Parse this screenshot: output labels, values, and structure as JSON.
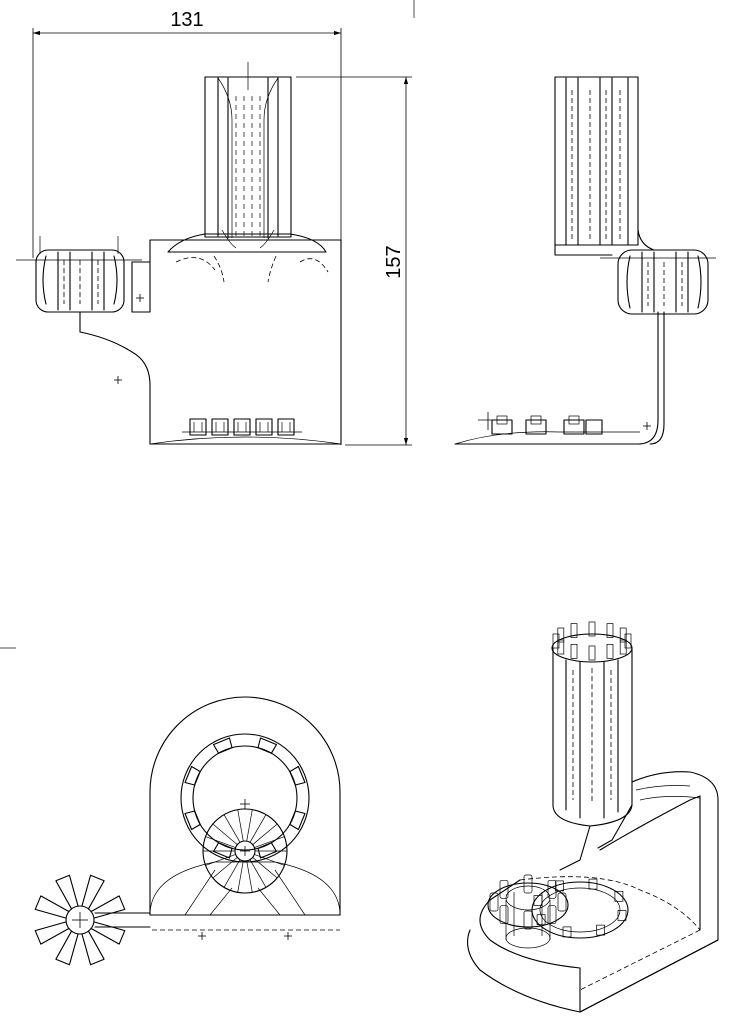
{
  "drawing": {
    "dimensions": {
      "width_label": "131",
      "height_label": "157"
    },
    "views": [
      "front-view",
      "side-view",
      "top-view",
      "isometric-view"
    ],
    "line_color": "#000000",
    "background_color": "#ffffff"
  }
}
